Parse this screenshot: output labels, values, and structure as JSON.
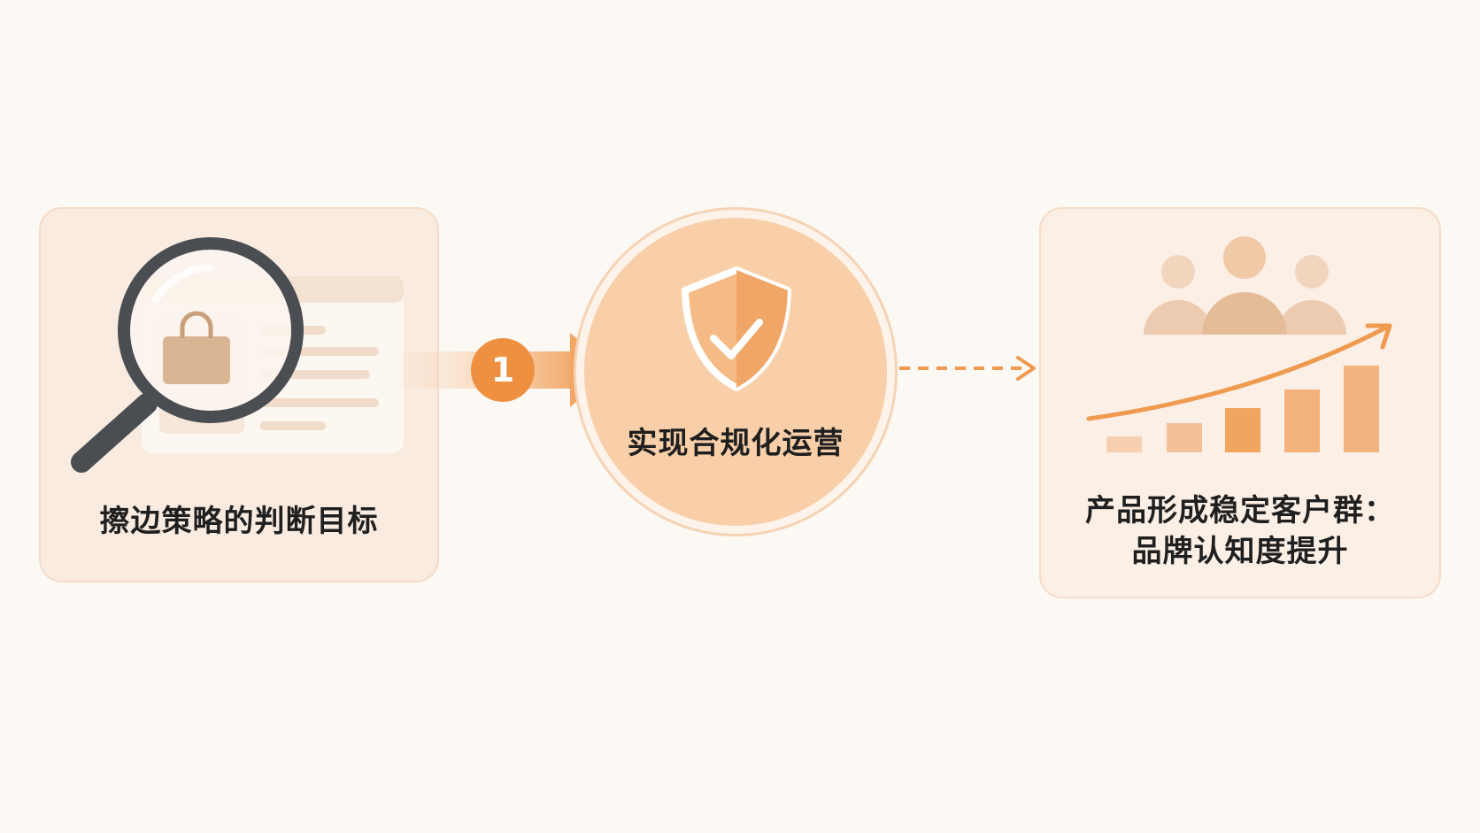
{
  "steps": [
    {
      "label": "擦边策略的判断目标"
    },
    {
      "label": "实现合规化运营"
    },
    {
      "label_line1": "产品形成稳定客户群：",
      "label_line2": "品牌认知度提升"
    }
  ],
  "connector": {
    "badge": "1"
  },
  "icons": {
    "left": "magnifier-over-product-page-icon",
    "center": "shield-check-icon",
    "right": "growth-bars-with-users-icon"
  },
  "colors": {
    "accent": "#ef9a4f",
    "badge": "#ee9040",
    "card_bg": "#f9ebe0",
    "page_bg": "#fcf8f3"
  }
}
